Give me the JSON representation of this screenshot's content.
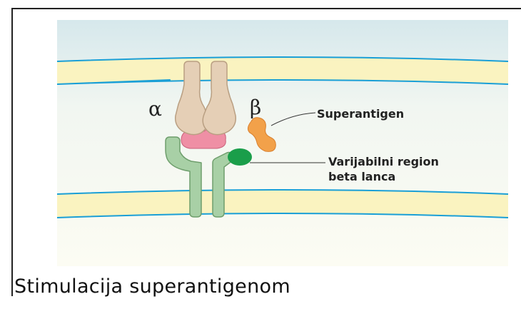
{
  "labels": {
    "alpha": "α",
    "beta": "β",
    "superantigen": "Superantigen",
    "variable_region_line1": "Varijabilni region",
    "variable_region_line2": "beta lanca"
  },
  "caption": "Stimulacija superantigenom",
  "colors": {
    "membrane_fill": "#faf3c0",
    "membrane_line": "#1a9fd6",
    "extracellular_gradient_top": "#dcebee",
    "extracellular_gradient_bottom": "#fbfbf2",
    "tcr_chain": "#e5cfb6",
    "tcr_chain_stroke": "#b99f82",
    "peptide": "#ef8fa5",
    "mhc": "#a8d0a6",
    "mhc_stroke": "#6e9e6c",
    "superantigen": "#f2a14a",
    "variable_region": "#1a9e4a"
  }
}
